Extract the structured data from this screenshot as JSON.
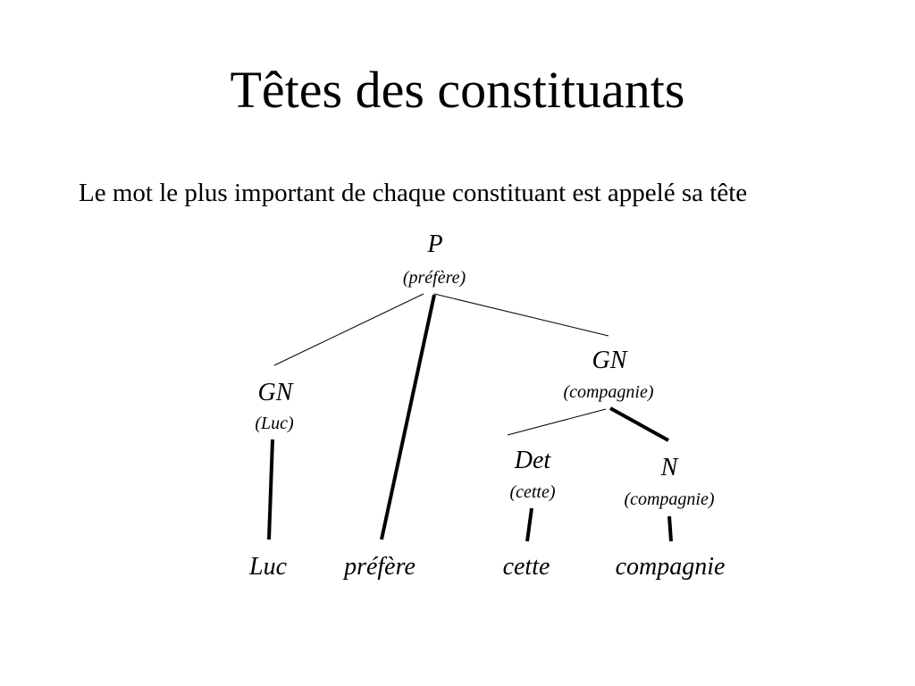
{
  "slide": {
    "title": "Têtes des constituants",
    "body": "Le mot le plus important de chaque constituant est appelé sa tête"
  },
  "tree": {
    "root": {
      "label": "P",
      "head": "(préfère)"
    },
    "np_subject": {
      "label": "GN",
      "head": "(Luc)"
    },
    "np_object": {
      "label": "GN",
      "head": "(compagnie)"
    },
    "det": {
      "label": "Det",
      "head": "(cette)"
    },
    "noun": {
      "label": "N",
      "head": "(compagnie)"
    },
    "leaves": [
      "Luc",
      "préfère",
      "cette",
      "compagnie"
    ]
  }
}
